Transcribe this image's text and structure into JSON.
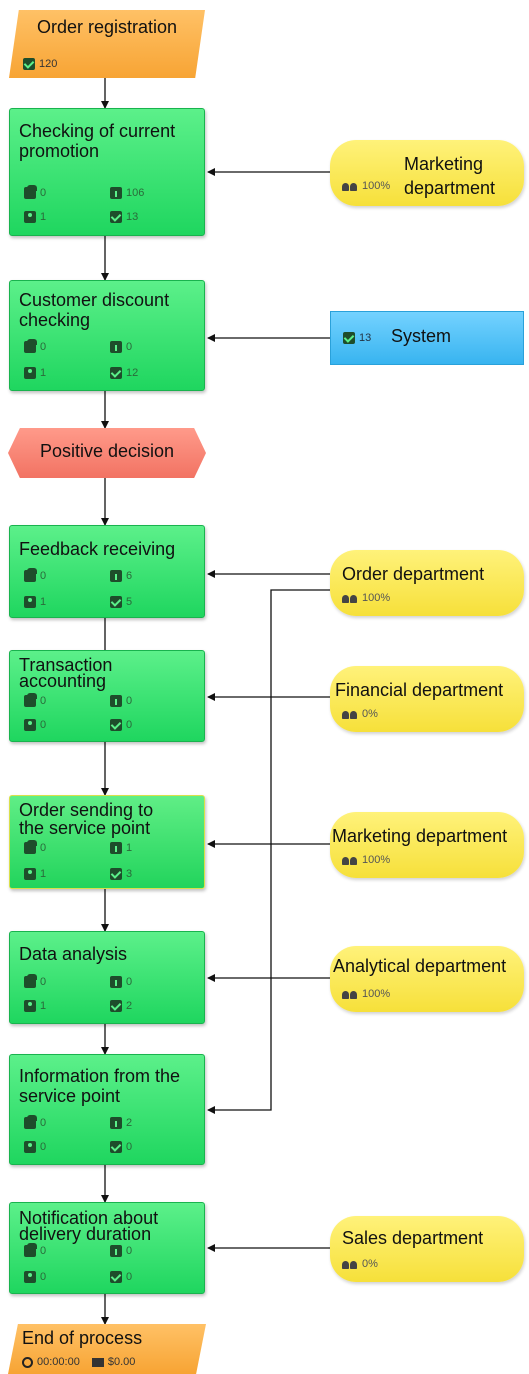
{
  "start": {
    "title": "Order registration",
    "count": "120"
  },
  "decision": {
    "title": "Positive decision"
  },
  "end": {
    "title": "End of process",
    "time": "00:00:00",
    "cost": "$0.00"
  },
  "steps": [
    {
      "title": "Checking of current promotion",
      "s1": "0",
      "s2": "106",
      "s3": "1",
      "s4": "13"
    },
    {
      "title": "Customer discount checking",
      "s1": "0",
      "s2": "0",
      "s3": "1",
      "s4": "12"
    },
    {
      "title": "Feedback receiving",
      "s1": "0",
      "s2": "6",
      "s3": "1",
      "s4": "5"
    },
    {
      "title": "Transaction accounting",
      "s1": "0",
      "s2": "0",
      "s3": "0",
      "s4": "0"
    },
    {
      "title": "Order sending to the service point",
      "s1": "0",
      "s2": "1",
      "s3": "1",
      "s4": "3"
    },
    {
      "title": "Data analysis",
      "s1": "0",
      "s2": "0",
      "s3": "1",
      "s4": "2"
    },
    {
      "title": "Information from the service point",
      "s1": "0",
      "s2": "2",
      "s3": "0",
      "s4": "0"
    },
    {
      "title": "Notification about delivery duration",
      "s1": "0",
      "s2": "0",
      "s3": "0",
      "s4": "0"
    }
  ],
  "resources": [
    {
      "title": "Marketing department",
      "pct": "100%"
    },
    {
      "title": "System",
      "count": "13"
    },
    {
      "title": "Order department",
      "pct": "100%"
    },
    {
      "title": "Financial department",
      "pct": "0%"
    },
    {
      "title": "Marketing department",
      "pct": "100%"
    },
    {
      "title": "Analytical department",
      "pct": "100%"
    },
    {
      "title": "Sales department",
      "pct": "0%"
    }
  ],
  "colors": {
    "process": "#22d862",
    "resource": "#f8e543",
    "system": "#4bbcf3",
    "start_end": "#f9ac3e",
    "decision": "#f47d6c"
  }
}
